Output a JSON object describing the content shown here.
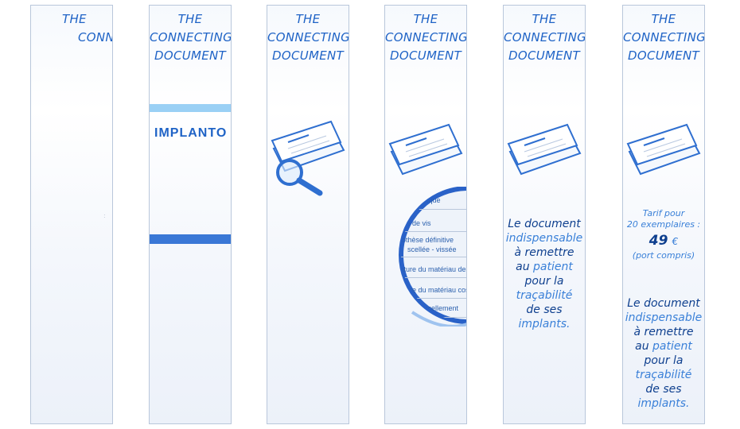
{
  "headline": [
    "THE",
    "CONNECTING",
    "DOCUMENT"
  ],
  "headline_partial": [
    "THE",
    "CONNI"
  ],
  "brand_partial": "IMPLANTO",
  "tiny_mark": ":",
  "lens_rows": [
    "ier prothétique",
    "Type de vis",
    "Prothèse définitive",
    "scellée - vissée",
    "Nature du matériau de c",
    "Nature du matériau cose",
    "iment de scellement"
  ],
  "message": {
    "line1": "Le document",
    "line2": "indispensable",
    "line3": "à remettre",
    "line4a": "au",
    "line4b": "patient",
    "line5": "pour la",
    "line6": "traçabilité",
    "line7": "de ses",
    "line8": "implants."
  },
  "price": {
    "line1": "Tarif pour",
    "line2": "20 exemplaires :",
    "amount": "49",
    "currency": "€",
    "line4": "(port compris)"
  },
  "colors": {
    "accent": "#1f63c6",
    "light_bar": "#9ad0f5",
    "dark_bar": "#3a78d6",
    "message_dark": "#0e3f8e",
    "message_light": "#3a80d8"
  }
}
